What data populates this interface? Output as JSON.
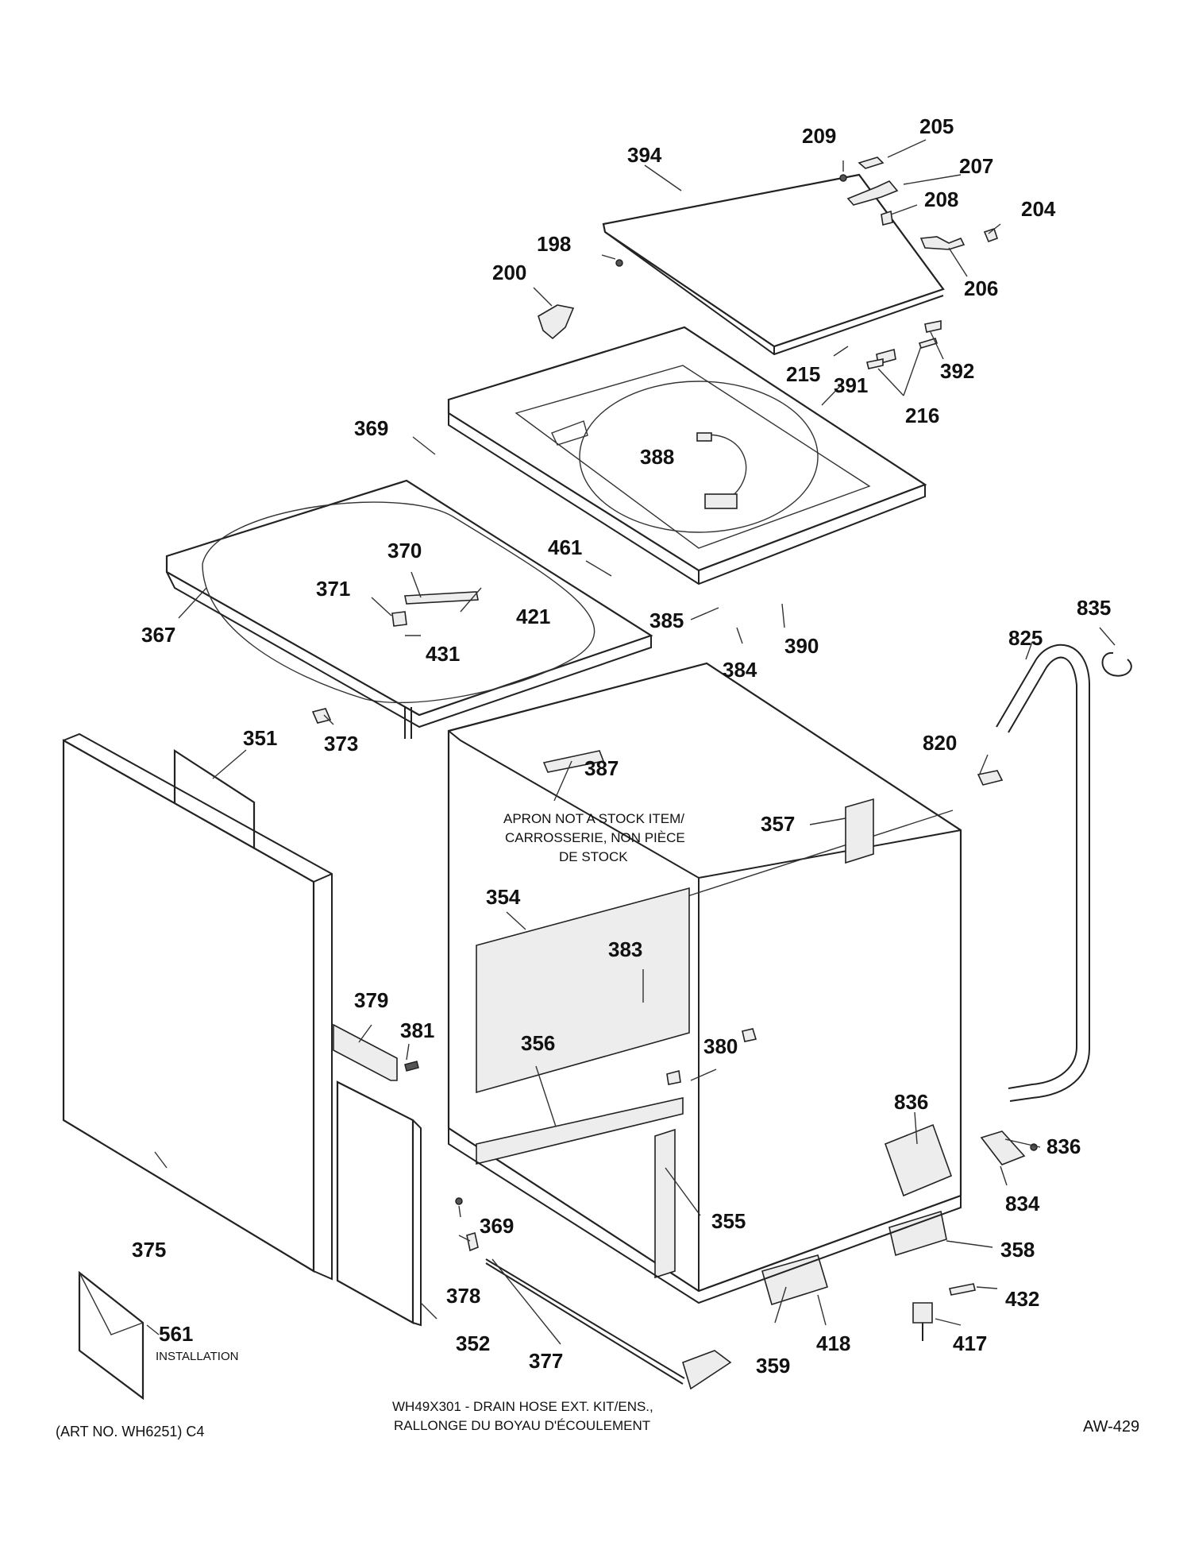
{
  "parts": [
    {
      "id": "p198",
      "label": "198"
    },
    {
      "id": "p200",
      "label": "200"
    },
    {
      "id": "p204",
      "label": "204"
    },
    {
      "id": "p205",
      "label": "205"
    },
    {
      "id": "p206",
      "label": "206"
    },
    {
      "id": "p207",
      "label": "207"
    },
    {
      "id": "p208",
      "label": "208"
    },
    {
      "id": "p209",
      "label": "209"
    },
    {
      "id": "p215",
      "label": "215"
    },
    {
      "id": "p216",
      "label": "216"
    },
    {
      "id": "p351",
      "label": "351"
    },
    {
      "id": "p352",
      "label": "352"
    },
    {
      "id": "p354",
      "label": "354"
    },
    {
      "id": "p355",
      "label": "355"
    },
    {
      "id": "p356",
      "label": "356"
    },
    {
      "id": "p357",
      "label": "357"
    },
    {
      "id": "p358",
      "label": "358"
    },
    {
      "id": "p359",
      "label": "359"
    },
    {
      "id": "p367",
      "label": "367"
    },
    {
      "id": "p369a",
      "label": "369"
    },
    {
      "id": "p369b",
      "label": "369"
    },
    {
      "id": "p370",
      "label": "370"
    },
    {
      "id": "p371",
      "label": "371"
    },
    {
      "id": "p373",
      "label": "373"
    },
    {
      "id": "p375",
      "label": "375"
    },
    {
      "id": "p377",
      "label": "377"
    },
    {
      "id": "p378",
      "label": "378"
    },
    {
      "id": "p379",
      "label": "379"
    },
    {
      "id": "p380",
      "label": "380"
    },
    {
      "id": "p381",
      "label": "381"
    },
    {
      "id": "p383",
      "label": "383"
    },
    {
      "id": "p384",
      "label": "384"
    },
    {
      "id": "p385",
      "label": "385"
    },
    {
      "id": "p387",
      "label": "387"
    },
    {
      "id": "p388",
      "label": "388"
    },
    {
      "id": "p390",
      "label": "390"
    },
    {
      "id": "p391",
      "label": "391"
    },
    {
      "id": "p392",
      "label": "392"
    },
    {
      "id": "p394",
      "label": "394"
    },
    {
      "id": "p417",
      "label": "417"
    },
    {
      "id": "p418",
      "label": "418"
    },
    {
      "id": "p421",
      "label": "421"
    },
    {
      "id": "p431",
      "label": "431"
    },
    {
      "id": "p432",
      "label": "432"
    },
    {
      "id": "p461",
      "label": "461"
    },
    {
      "id": "p561",
      "label": "561"
    },
    {
      "id": "p820",
      "label": "820"
    },
    {
      "id": "p825",
      "label": "825"
    },
    {
      "id": "p834",
      "label": "834"
    },
    {
      "id": "p835",
      "label": "835"
    },
    {
      "id": "p836a",
      "label": "836"
    },
    {
      "id": "p836b",
      "label": "836"
    }
  ],
  "notes": {
    "apron_line1": "APRON NOT A STOCK ITEM/",
    "apron_line2": "CARROSSERIE, NON PIÈCE",
    "apron_line3": "DE STOCK",
    "installation": "INSTALLATION",
    "drain_kit_line1": "WH49X301 - DRAIN HOSE EXT. KIT/ENS.,",
    "drain_kit_line2": "RALLONGE DU BOYAU D'ÉCOULEMENT"
  },
  "footer": {
    "art_number": "(ART NO. WH6251) C4",
    "code": "AW-429"
  }
}
